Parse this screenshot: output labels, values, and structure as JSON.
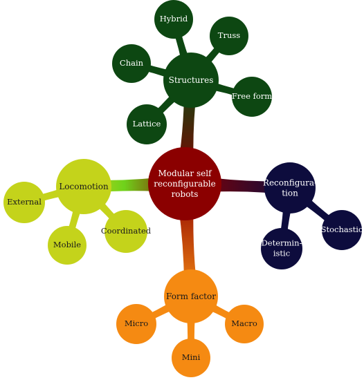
{
  "center": {
    "label_lines": [
      "Modular self",
      "reconfigurable",
      "robots"
    ],
    "color": "#8b0000",
    "text_color": "#ffffff"
  },
  "branches": [
    {
      "id": "structures",
      "label_lines": [
        "Structures"
      ],
      "color": "#0d4712",
      "text_color": "#ffffff",
      "leaves": [
        {
          "label_lines": [
            "Hybrid"
          ]
        },
        {
          "label_lines": [
            "Truss"
          ]
        },
        {
          "label_lines": [
            "Chain"
          ]
        },
        {
          "label_lines": [
            "Free form"
          ]
        },
        {
          "label_lines": [
            "Lattice"
          ]
        }
      ]
    },
    {
      "id": "locomotion",
      "label_lines": [
        "Locomotion"
      ],
      "color": "#c4d31b",
      "text_color": "#1a1a1a",
      "leaves": [
        {
          "label_lines": [
            "External"
          ]
        },
        {
          "label_lines": [
            "Mobile"
          ]
        },
        {
          "label_lines": [
            "Coordinated"
          ]
        }
      ]
    },
    {
      "id": "reconfiguration",
      "label_lines": [
        "Reconfigura-",
        "tion"
      ],
      "color": "#0d0c3d",
      "text_color": "#ffffff",
      "leaves": [
        {
          "label_lines": [
            "Stochastic"
          ]
        },
        {
          "label_lines": [
            "Determin-",
            "istic"
          ]
        }
      ]
    },
    {
      "id": "form-factor",
      "label_lines": [
        "Form factor"
      ],
      "color": "#f58a12",
      "text_color": "#1a1a1a",
      "leaves": [
        {
          "label_lines": [
            "Micro"
          ]
        },
        {
          "label_lines": [
            "Mini"
          ]
        },
        {
          "label_lines": [
            "Macro"
          ]
        }
      ]
    }
  ]
}
